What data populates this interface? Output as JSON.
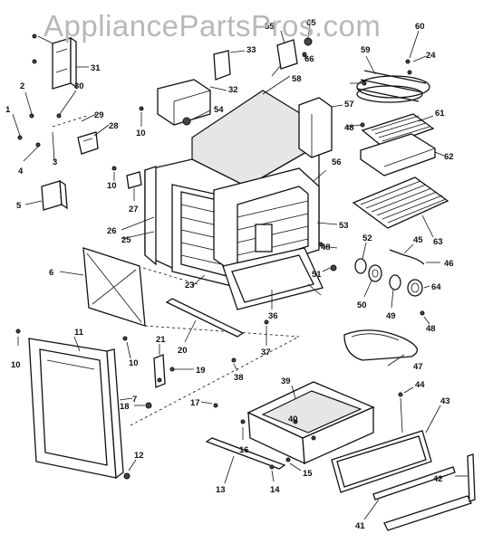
{
  "watermark": "AppliancePartsPros.com",
  "callouts": [
    "1",
    "2",
    "3",
    "4",
    "5",
    "6",
    "7",
    "10",
    "11",
    "12",
    "13",
    "14",
    "15",
    "16",
    "17",
    "18",
    "19",
    "20",
    "21",
    "23",
    "24",
    "25",
    "26",
    "27",
    "28",
    "29",
    "30",
    "31",
    "32",
    "33",
    "36",
    "37",
    "38",
    "39",
    "40",
    "41",
    "42",
    "43",
    "44",
    "45",
    "46",
    "47",
    "48",
    "49",
    "50",
    "51",
    "52",
    "53",
    "54",
    "55",
    "56",
    "57",
    "58",
    "59",
    "60",
    "61",
    "62",
    "63",
    "64",
    "65",
    "66"
  ]
}
